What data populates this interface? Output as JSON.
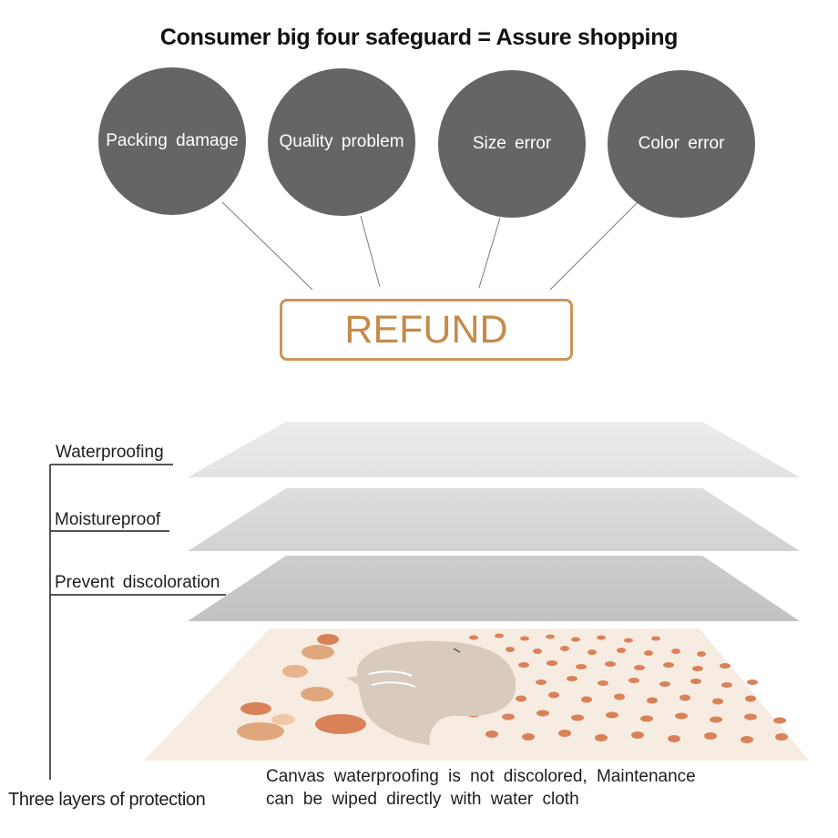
{
  "header": {
    "title": "Consumer big four safeguard = Assure shopping"
  },
  "issues": [
    {
      "label": "Packing  damage"
    },
    {
      "label": "Quality  problem"
    },
    {
      "label": "Size  error"
    },
    {
      "label": "Color  error"
    }
  ],
  "refund": {
    "label": "REFUND"
  },
  "protection": {
    "layers": [
      {
        "label": "Waterproofing"
      },
      {
        "label": "Moistureproof"
      },
      {
        "label": "Prevent  discoloration"
      }
    ],
    "summary_label": "Three layers of protection"
  },
  "caption": {
    "line1": "Canvas  waterproofing  is  not  discolored,  Maintenance",
    "line2": "can  be  wiped  directly  with  water  cloth"
  },
  "colors": {
    "circle": "#656565",
    "refund_accent": "#c9955a",
    "layer_top": "#e9e9e9",
    "layer_mid": "#dadada",
    "layer_bottom": "#c8c8c8",
    "canvas_bg": "#f5ebe0",
    "dots": "#d9825a"
  },
  "icons": {
    "artwork": "whale-illustration"
  }
}
